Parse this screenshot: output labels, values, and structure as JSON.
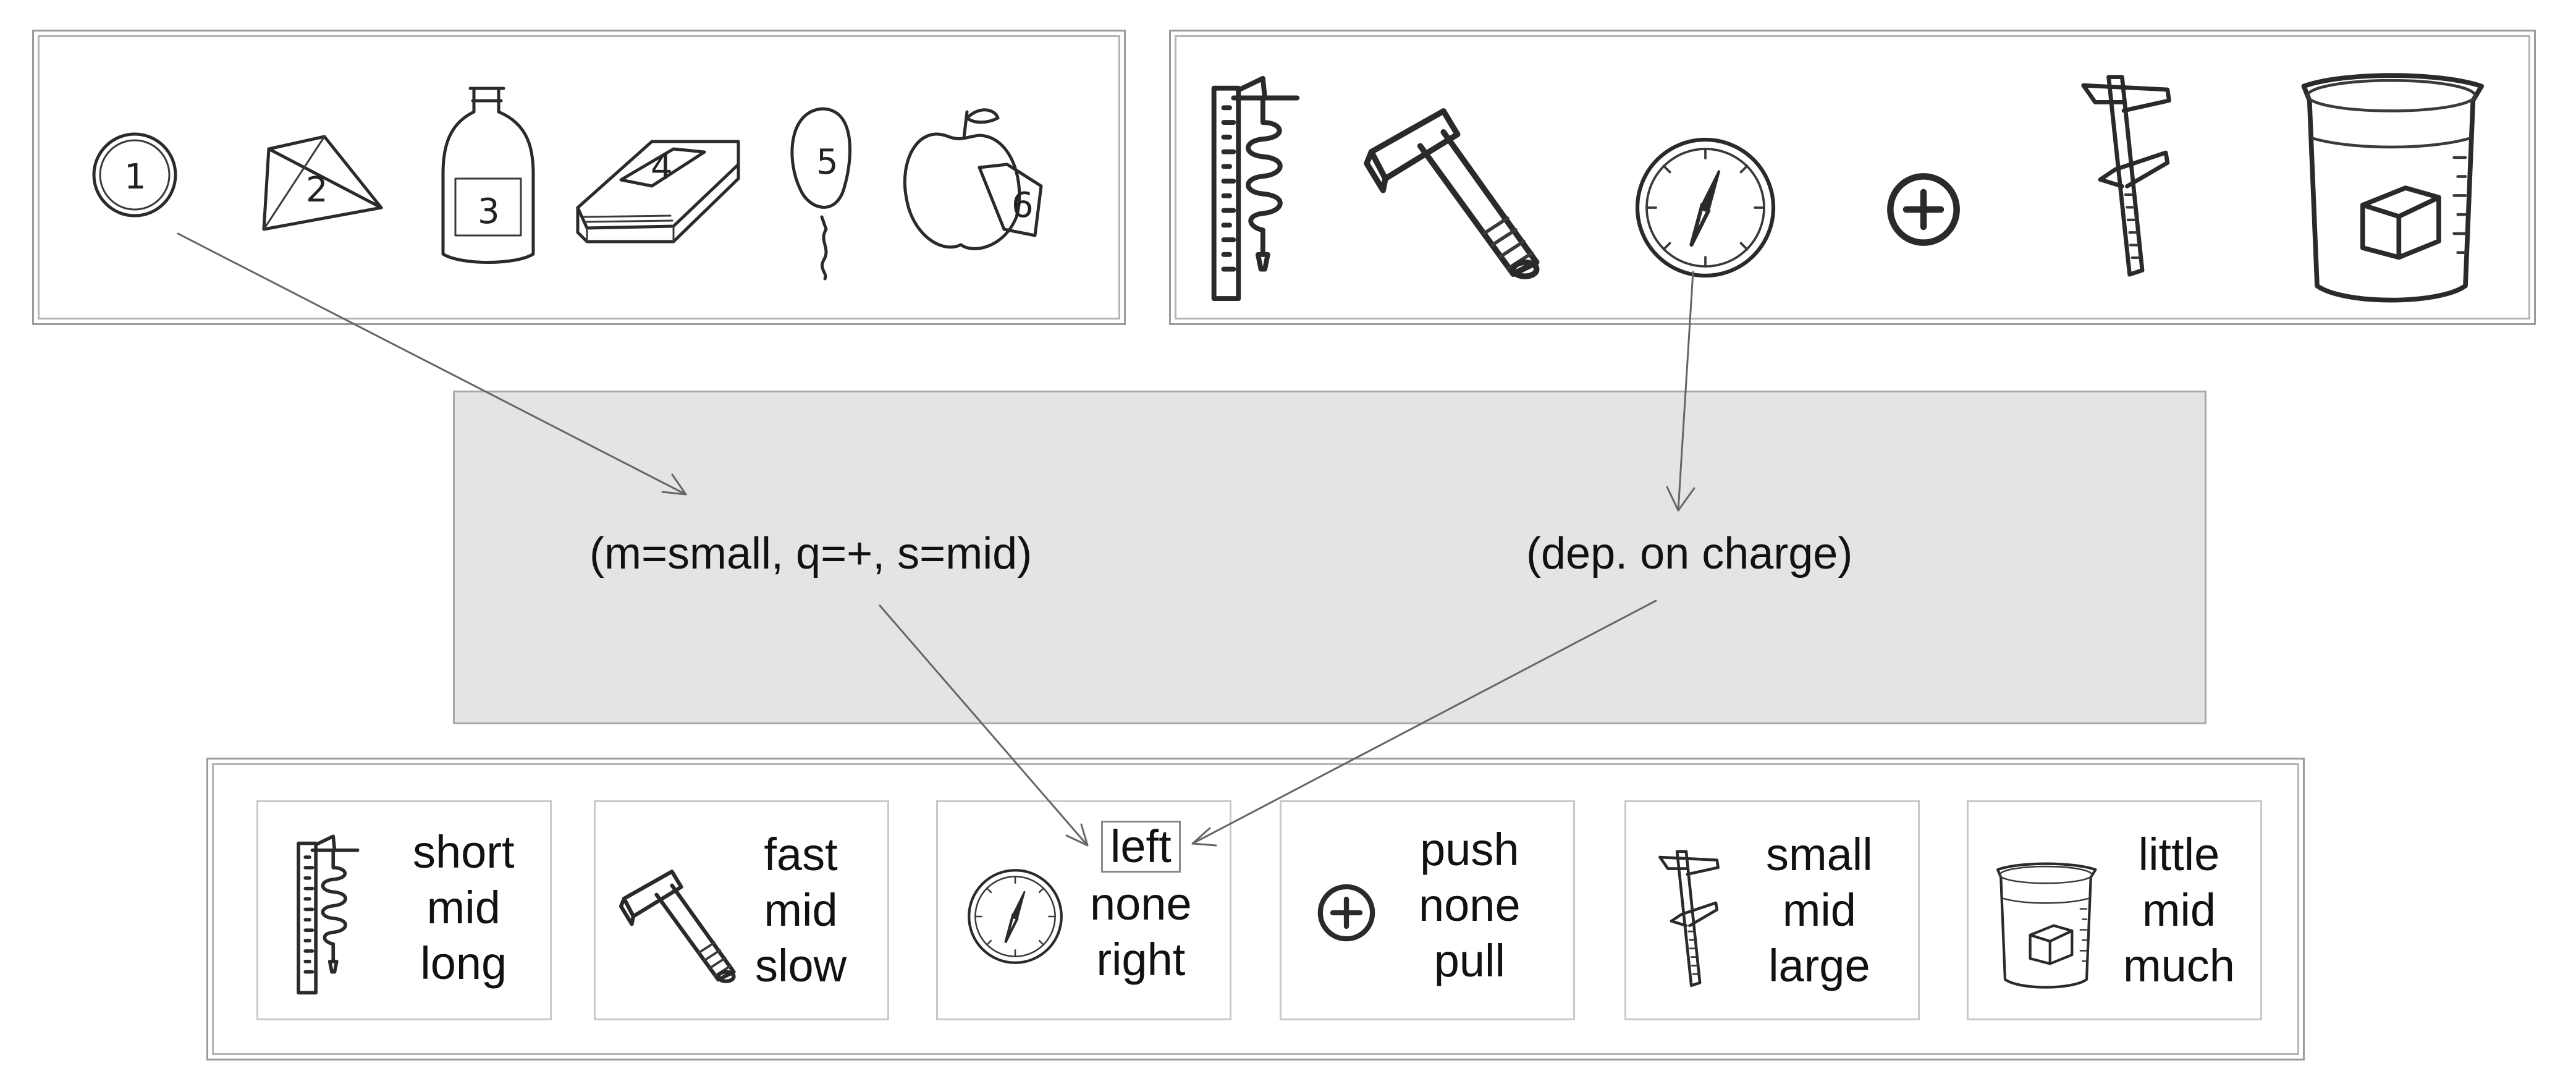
{
  "objects": {
    "items": [
      {
        "number": "1",
        "name": "coin"
      },
      {
        "number": "2",
        "name": "pyramid"
      },
      {
        "number": "3",
        "name": "bottle"
      },
      {
        "number": "4",
        "name": "book"
      },
      {
        "number": "5",
        "name": "balloon"
      },
      {
        "number": "6",
        "name": "apple"
      }
    ]
  },
  "instruments": {
    "items": [
      "spring-scale-icon",
      "hammer-icon",
      "compass-icon",
      "charge-plus-icon",
      "caliper-icon",
      "beaker-icon"
    ]
  },
  "middle": {
    "left_text": "(m=small, q=+, s=mid)",
    "right_text": "(dep. on charge)"
  },
  "scales": [
    {
      "icon": "spring-scale-icon",
      "labels": [
        "short",
        "mid",
        "long"
      ]
    },
    {
      "icon": "hammer-icon",
      "labels": [
        "fast",
        "mid",
        "slow"
      ]
    },
    {
      "icon": "compass-icon",
      "labels": [
        "left",
        "none",
        "right"
      ],
      "highlighted": "left"
    },
    {
      "icon": "charge-plus-icon",
      "labels": [
        "push",
        "none",
        "pull"
      ]
    },
    {
      "icon": "caliper-icon",
      "labels": [
        "small",
        "mid",
        "large"
      ]
    },
    {
      "icon": "beaker-icon",
      "labels": [
        "little",
        "mid",
        "much"
      ]
    }
  ],
  "colors": {
    "middle_fill": "#e4e4e4",
    "frame_border": "#9a9a9a",
    "arrow": "#666666"
  }
}
